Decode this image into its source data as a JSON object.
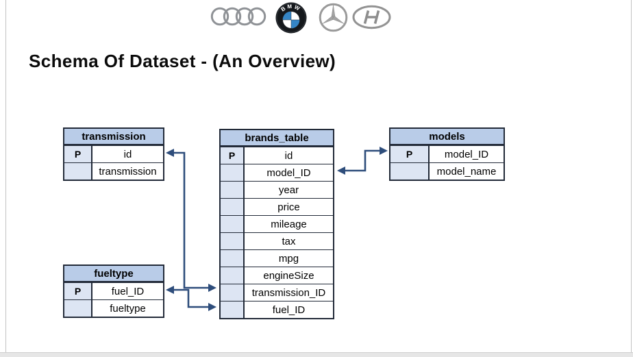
{
  "slide": {
    "title": "Schema Of Dataset - (An Overview)"
  },
  "logos": {
    "items": [
      "audi",
      "bmw",
      "mercedes",
      "hyundai"
    ],
    "bmw_text": "BMW"
  },
  "tables": {
    "transmission": {
      "title": "transmission",
      "rows": [
        {
          "key": "P",
          "field": "id"
        },
        {
          "key": "",
          "field": "transmission"
        }
      ]
    },
    "brands": {
      "title": "brands_table",
      "rows": [
        {
          "key": "P",
          "field": "id"
        },
        {
          "key": "",
          "field": "model_ID"
        },
        {
          "key": "",
          "field": "year"
        },
        {
          "key": "",
          "field": "price"
        },
        {
          "key": "",
          "field": "mileage"
        },
        {
          "key": "",
          "field": "tax"
        },
        {
          "key": "",
          "field": "mpg"
        },
        {
          "key": "",
          "field": "engineSize"
        },
        {
          "key": "",
          "field": "transmission_ID"
        },
        {
          "key": "",
          "field": "fuel_ID"
        }
      ]
    },
    "models": {
      "title": "models",
      "rows": [
        {
          "key": "P",
          "field": "model_ID"
        },
        {
          "key": "",
          "field": "model_name"
        }
      ]
    },
    "fueltype": {
      "title": "fueltype",
      "rows": [
        {
          "key": "P",
          "field": "fuel_ID"
        },
        {
          "key": "",
          "field": "fueltype"
        }
      ]
    }
  },
  "relations": [
    {
      "from": "brands_table.transmission_ID",
      "to": "transmission.id"
    },
    {
      "from": "brands_table.fuel_ID",
      "to": "fueltype.fuel_ID"
    },
    {
      "from": "brands_table.model_ID",
      "to": "models.model_ID"
    }
  ],
  "colors": {
    "table_header_fill": "#b9cce8",
    "key_cell_fill": "#dde5f3",
    "table_border": "#222a38",
    "arrow": "#2e4d7b"
  }
}
